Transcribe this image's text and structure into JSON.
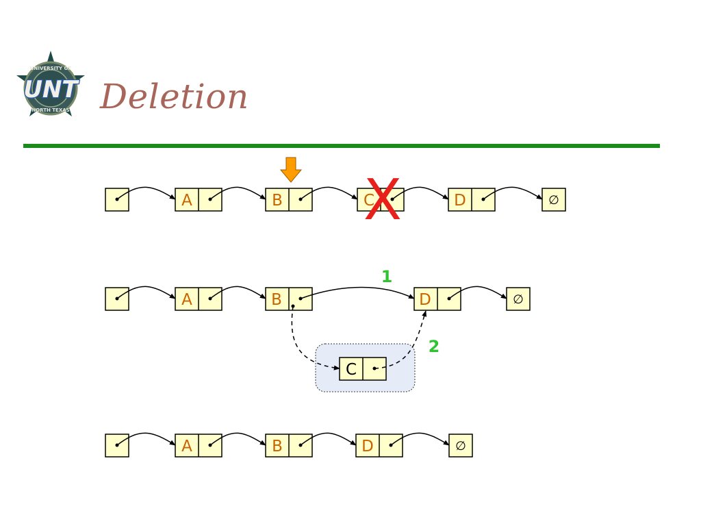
{
  "slide": {
    "title": "Deletion",
    "colors": {
      "title": "#a8665a",
      "rule": "#1a8a1a",
      "node_fill": "#ffffcc",
      "node_letter": "#c86400",
      "removed_letter": "#000000",
      "delete_mark": "#e8201c",
      "step_label": "#2fc42f",
      "pointer_arrow": "#ff9c00",
      "highlight_fill": "#e6ebf8"
    }
  },
  "logo": {
    "icon": "university-seal-star",
    "text_main": "UNT",
    "text_top": "UNIVERSITY OF",
    "text_bottom": "NORTH TEXAS",
    "colors": {
      "star": "#1f4a4a",
      "ring": "#7a8c6a",
      "letters": "#f0f0e8",
      "letter_edge": "#2a5aa8"
    }
  },
  "diagram": {
    "rows": [
      {
        "id": "before",
        "nodes": [
          "A",
          "B",
          "C",
          "D"
        ],
        "pointer_target": "B",
        "deleted_node": "C",
        "delete_mark": "X",
        "null_symbol": "∅"
      },
      {
        "id": "during",
        "nodes": [
          "A",
          "B",
          "D"
        ],
        "detached_node": "C",
        "steps": [
          "1",
          "2"
        ],
        "null_symbol": "∅"
      },
      {
        "id": "after",
        "nodes": [
          "A",
          "B",
          "D"
        ],
        "null_symbol": "∅"
      }
    ]
  }
}
